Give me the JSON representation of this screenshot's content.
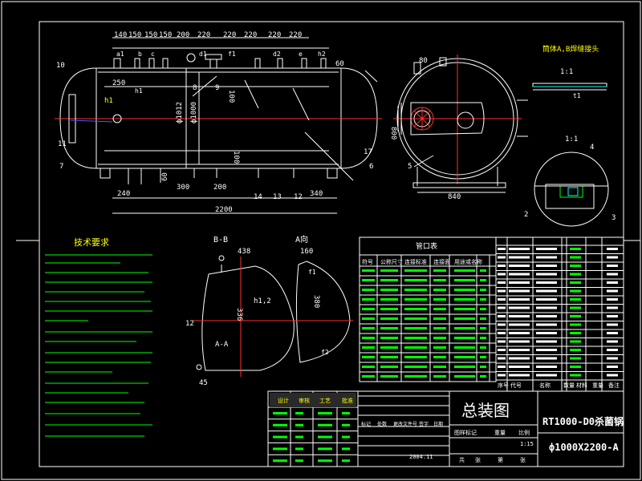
{
  "title_block": {
    "drawing_name": "总装图",
    "product": "RT1000-D0杀菌锅",
    "code": "ф1000X2200-A",
    "scale": "1:15",
    "date": "2004.11"
  },
  "technical_requirements_title": "技术要求",
  "nozzle_table_title": "管口表",
  "section_labels": {
    "bb": "B-B",
    "a_view": "A向",
    "aa": "A-A",
    "side_label": "筒体A,B焊缝接头"
  },
  "dimensions": {
    "top_row": [
      "140",
      "150",
      "150",
      "150",
      "200",
      "220",
      "220",
      "220",
      "220",
      "220"
    ],
    "overall_length": "2200",
    "left_240": "240",
    "mid_300": "300",
    "mid_200": "200",
    "right_340": "340",
    "diam_1012": "ф1012",
    "diam_1000": "ф1000",
    "v_100": "100",
    "v_60": "60",
    "v_80": "80",
    "h_250": "250",
    "end_840": "840",
    "height_800": "800",
    "d_438": "438",
    "d_336": "336",
    "d_160": "160",
    "d_380": "380",
    "d_12": "12",
    "d_45": "45",
    "ratio_1": "1:1",
    "ratio_2": "1:1"
  },
  "callouts": [
    "10",
    "11",
    "7",
    "8",
    "9",
    "14",
    "13",
    "12",
    "17",
    "2",
    "3",
    "4",
    "5",
    "6"
  ],
  "nozzle_marks": [
    "a1",
    "b",
    "c",
    "d1",
    "f1",
    "h1",
    "d2",
    "e",
    "h2"
  ],
  "nozzle_table_headers": [
    "符号",
    "公称尺寸",
    "连接标准",
    "连接面",
    "用途或名称"
  ],
  "parts_table_footer": [
    "序号",
    "代号",
    "名称",
    "数量",
    "材料",
    "重量",
    "备注"
  ],
  "revision_headers": [
    "标记",
    "处数",
    "更改文件号",
    "签字",
    "日期"
  ],
  "signatures": [
    "设计",
    "审核",
    "工艺",
    "批准"
  ],
  "block_headers": [
    "图样标记",
    "重量",
    "比例"
  ],
  "sheet_info": [
    "共",
    "张",
    "第",
    "张"
  ]
}
